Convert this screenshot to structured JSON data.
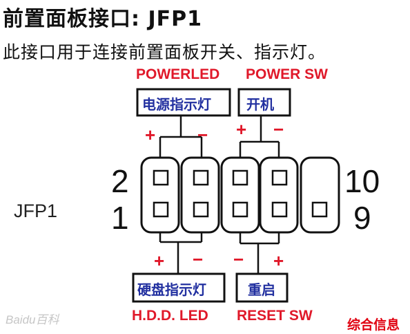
{
  "title": "前置面板接口: JFP1",
  "subtitle": "此接口用于连接前置面板开关、指示灯。",
  "top_labels": {
    "power_led_name": "POWERLED",
    "power_led_box": "电源指示灯",
    "power_sw_name": "POWER SW",
    "power_sw_box": "开机"
  },
  "bottom_labels": {
    "hdd_led_box": "硬盘指示灯",
    "hdd_led_name": "H.D.D. LED",
    "reset_sw_box": "重启",
    "reset_sw_name": "RESET SW"
  },
  "pin_numbers": {
    "top_left": "2",
    "bottom_left": "1",
    "top_right": "10",
    "bottom_right": "9"
  },
  "connector_label": "JFP1",
  "polarity": {
    "top_led_plus": "+",
    "top_led_minus": "−",
    "top_sw_plus": "+",
    "top_sw_minus": "−",
    "bottom_led_plus": "+",
    "bottom_led_minus": "−",
    "bottom_sw_minus": "−",
    "bottom_sw_plus": "+"
  },
  "watermark": "Baidu百科",
  "corner_tag": "综合信息",
  "colors": {
    "accent_red": "#e0192a",
    "label_blue": "#2230a0",
    "line": "#111111"
  }
}
